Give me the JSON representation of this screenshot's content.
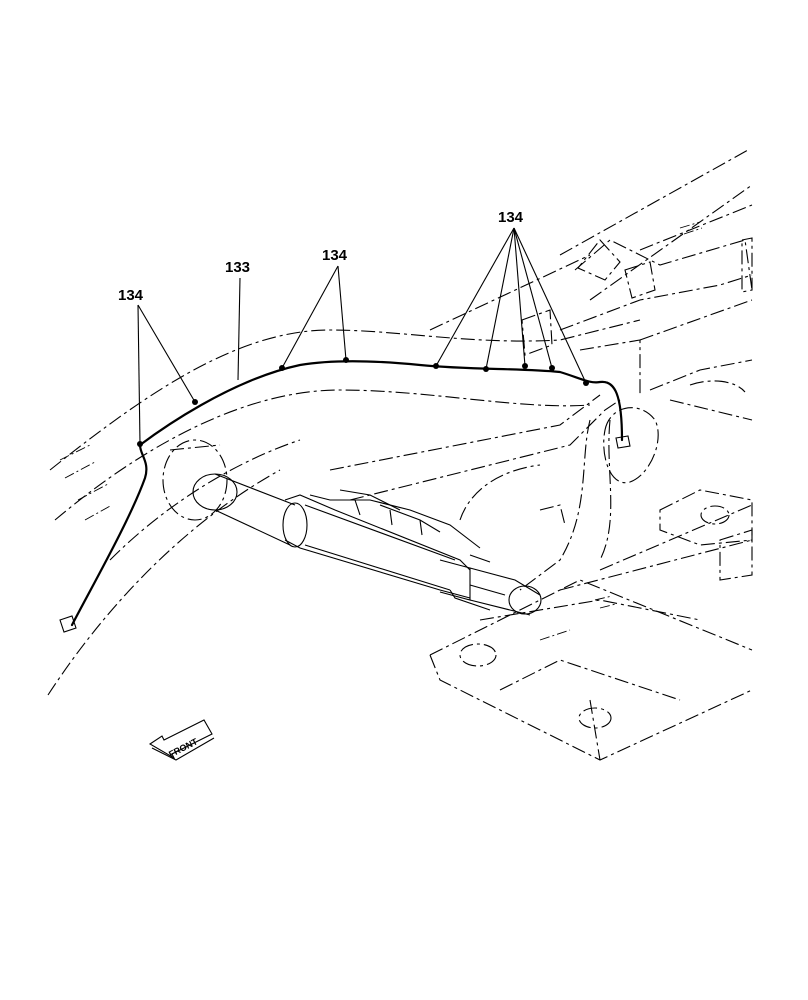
{
  "callouts": {
    "left_134": "134",
    "tube_133": "133",
    "mid_134": "134",
    "right_134": "134"
  },
  "front_arrow": {
    "label": "FRONT"
  },
  "icons": {
    "front_arrow": "arrow-left-icon"
  }
}
